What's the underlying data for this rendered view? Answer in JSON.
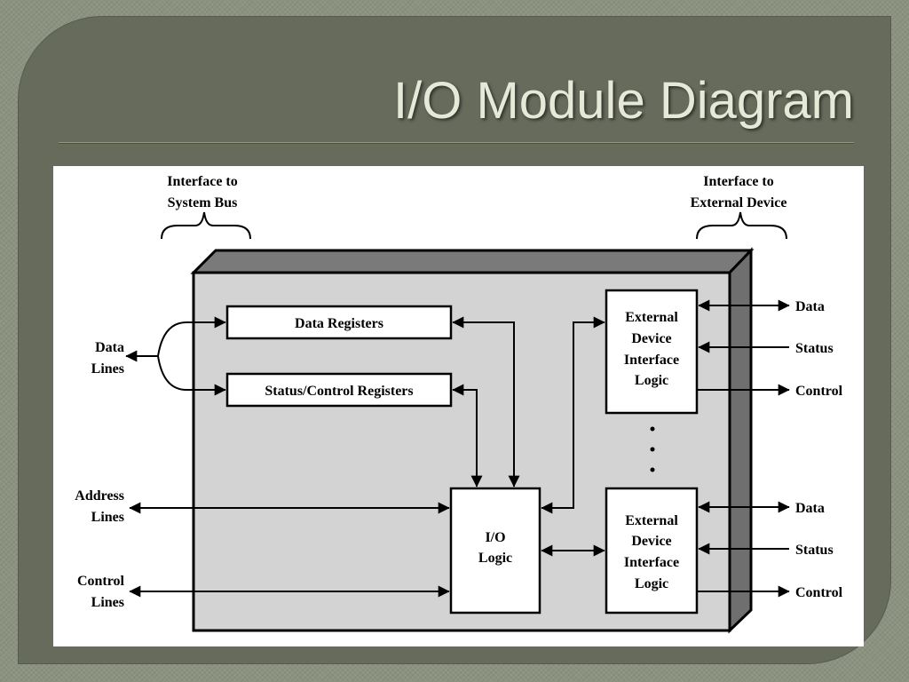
{
  "slide": {
    "title": "I/O Module Diagram"
  },
  "diagram": {
    "interface_system_bus": [
      "Interface to",
      "System Bus"
    ],
    "interface_external_device": [
      "Interface to",
      "External Device"
    ],
    "data_registers": "Data Registers",
    "status_control_registers": "Status/Control Registers",
    "io_logic": [
      "I/O",
      "Logic"
    ],
    "external_interface_top": [
      "External",
      "Device",
      "Interface",
      "Logic"
    ],
    "external_interface_bottom": [
      "External",
      "Device",
      "Interface",
      "Logic"
    ],
    "left_signals": {
      "data_lines": [
        "Data",
        "Lines"
      ],
      "address_lines": [
        "Address",
        "Lines"
      ],
      "control_lines": [
        "Control",
        "Lines"
      ]
    },
    "right_signals_top": [
      "Data",
      "Status",
      "Control"
    ],
    "right_signals_bottom": [
      "Data",
      "Status",
      "Control"
    ]
  }
}
